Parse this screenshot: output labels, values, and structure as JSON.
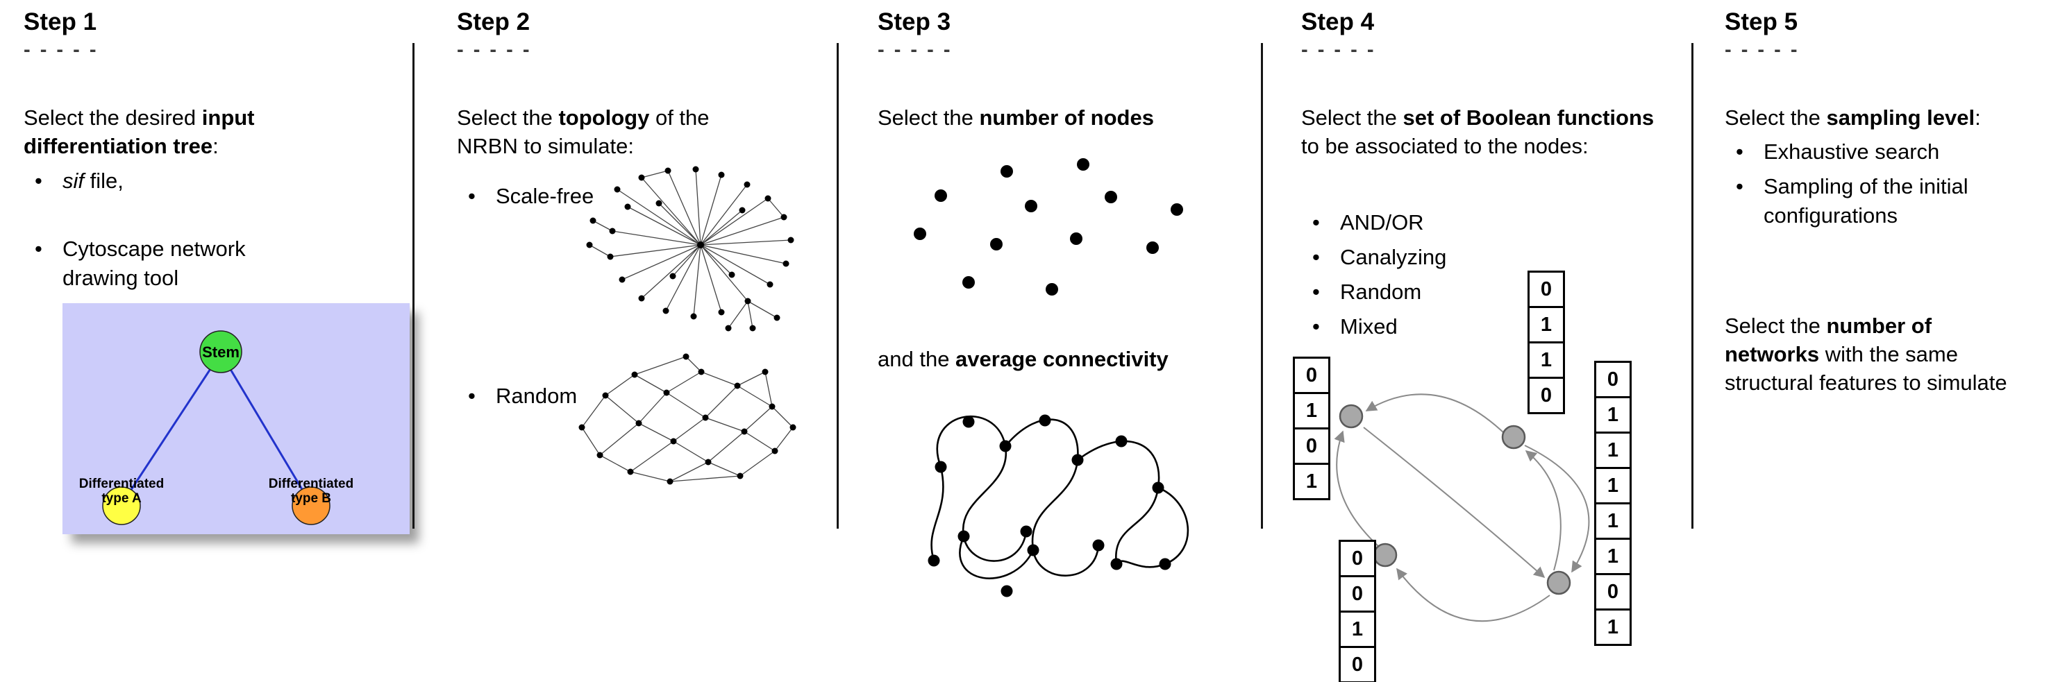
{
  "steps": [
    {
      "title": "Step 1",
      "dashes": "- - - - -",
      "text1": {
        "pre": "Select the desired ",
        "bold": "input differentiation tree",
        "post": ":"
      },
      "bullet1": {
        "italic": "sif",
        "rest": " file,"
      },
      "bullet2": "Cytoscape network drawing tool",
      "tree": {
        "root": "Stem",
        "left": "Differentiated type A",
        "right": "Differentiated type B"
      },
      "colors": {
        "bg": "#ccccfa",
        "edge": "#2233cc",
        "root": "#44dd44",
        "left": "#ffff44",
        "right": "#ff9933"
      }
    },
    {
      "title": "Step 2",
      "dashes": "- - - - -",
      "text1": {
        "pre": "Select the ",
        "bold": "topology",
        "post": " of the NRBN to simulate:"
      },
      "bullet1": "Scale-free",
      "bullet2": "Random"
    },
    {
      "title": "Step 3",
      "dashes": "- - - - -",
      "text1": {
        "pre": "Select the ",
        "bold": "number of nodes",
        "post": ""
      },
      "text2": {
        "pre": "and the ",
        "bold": "average connectivity",
        "post": ""
      }
    },
    {
      "title": "Step 4",
      "dashes": "- - - - -",
      "text1": {
        "pre": "Select the ",
        "bold": "set of Boolean functions",
        "post": " to be associated to the nodes:"
      },
      "bullets": [
        "AND/OR",
        "Canalyzing",
        "Random",
        "Mixed"
      ],
      "tables": {
        "left": [
          "0",
          "1",
          "0",
          "1"
        ],
        "top": [
          "0",
          "1",
          "1",
          "0"
        ],
        "bottom": [
          "0",
          "0",
          "1",
          "0"
        ],
        "right": [
          "0",
          "1",
          "1",
          "1",
          "1",
          "1",
          "0",
          "1"
        ]
      }
    },
    {
      "title": "Step 5",
      "dashes": "- - - - -",
      "text1": {
        "pre": "Select the ",
        "bold": "sampling level",
        "post": ":"
      },
      "bullets": [
        "Exhaustive search",
        "Sampling of the initial configurations"
      ],
      "text2": {
        "pre": "Select the ",
        "bold": "number of networks",
        "post": " with the same structural features to simulate"
      }
    }
  ]
}
